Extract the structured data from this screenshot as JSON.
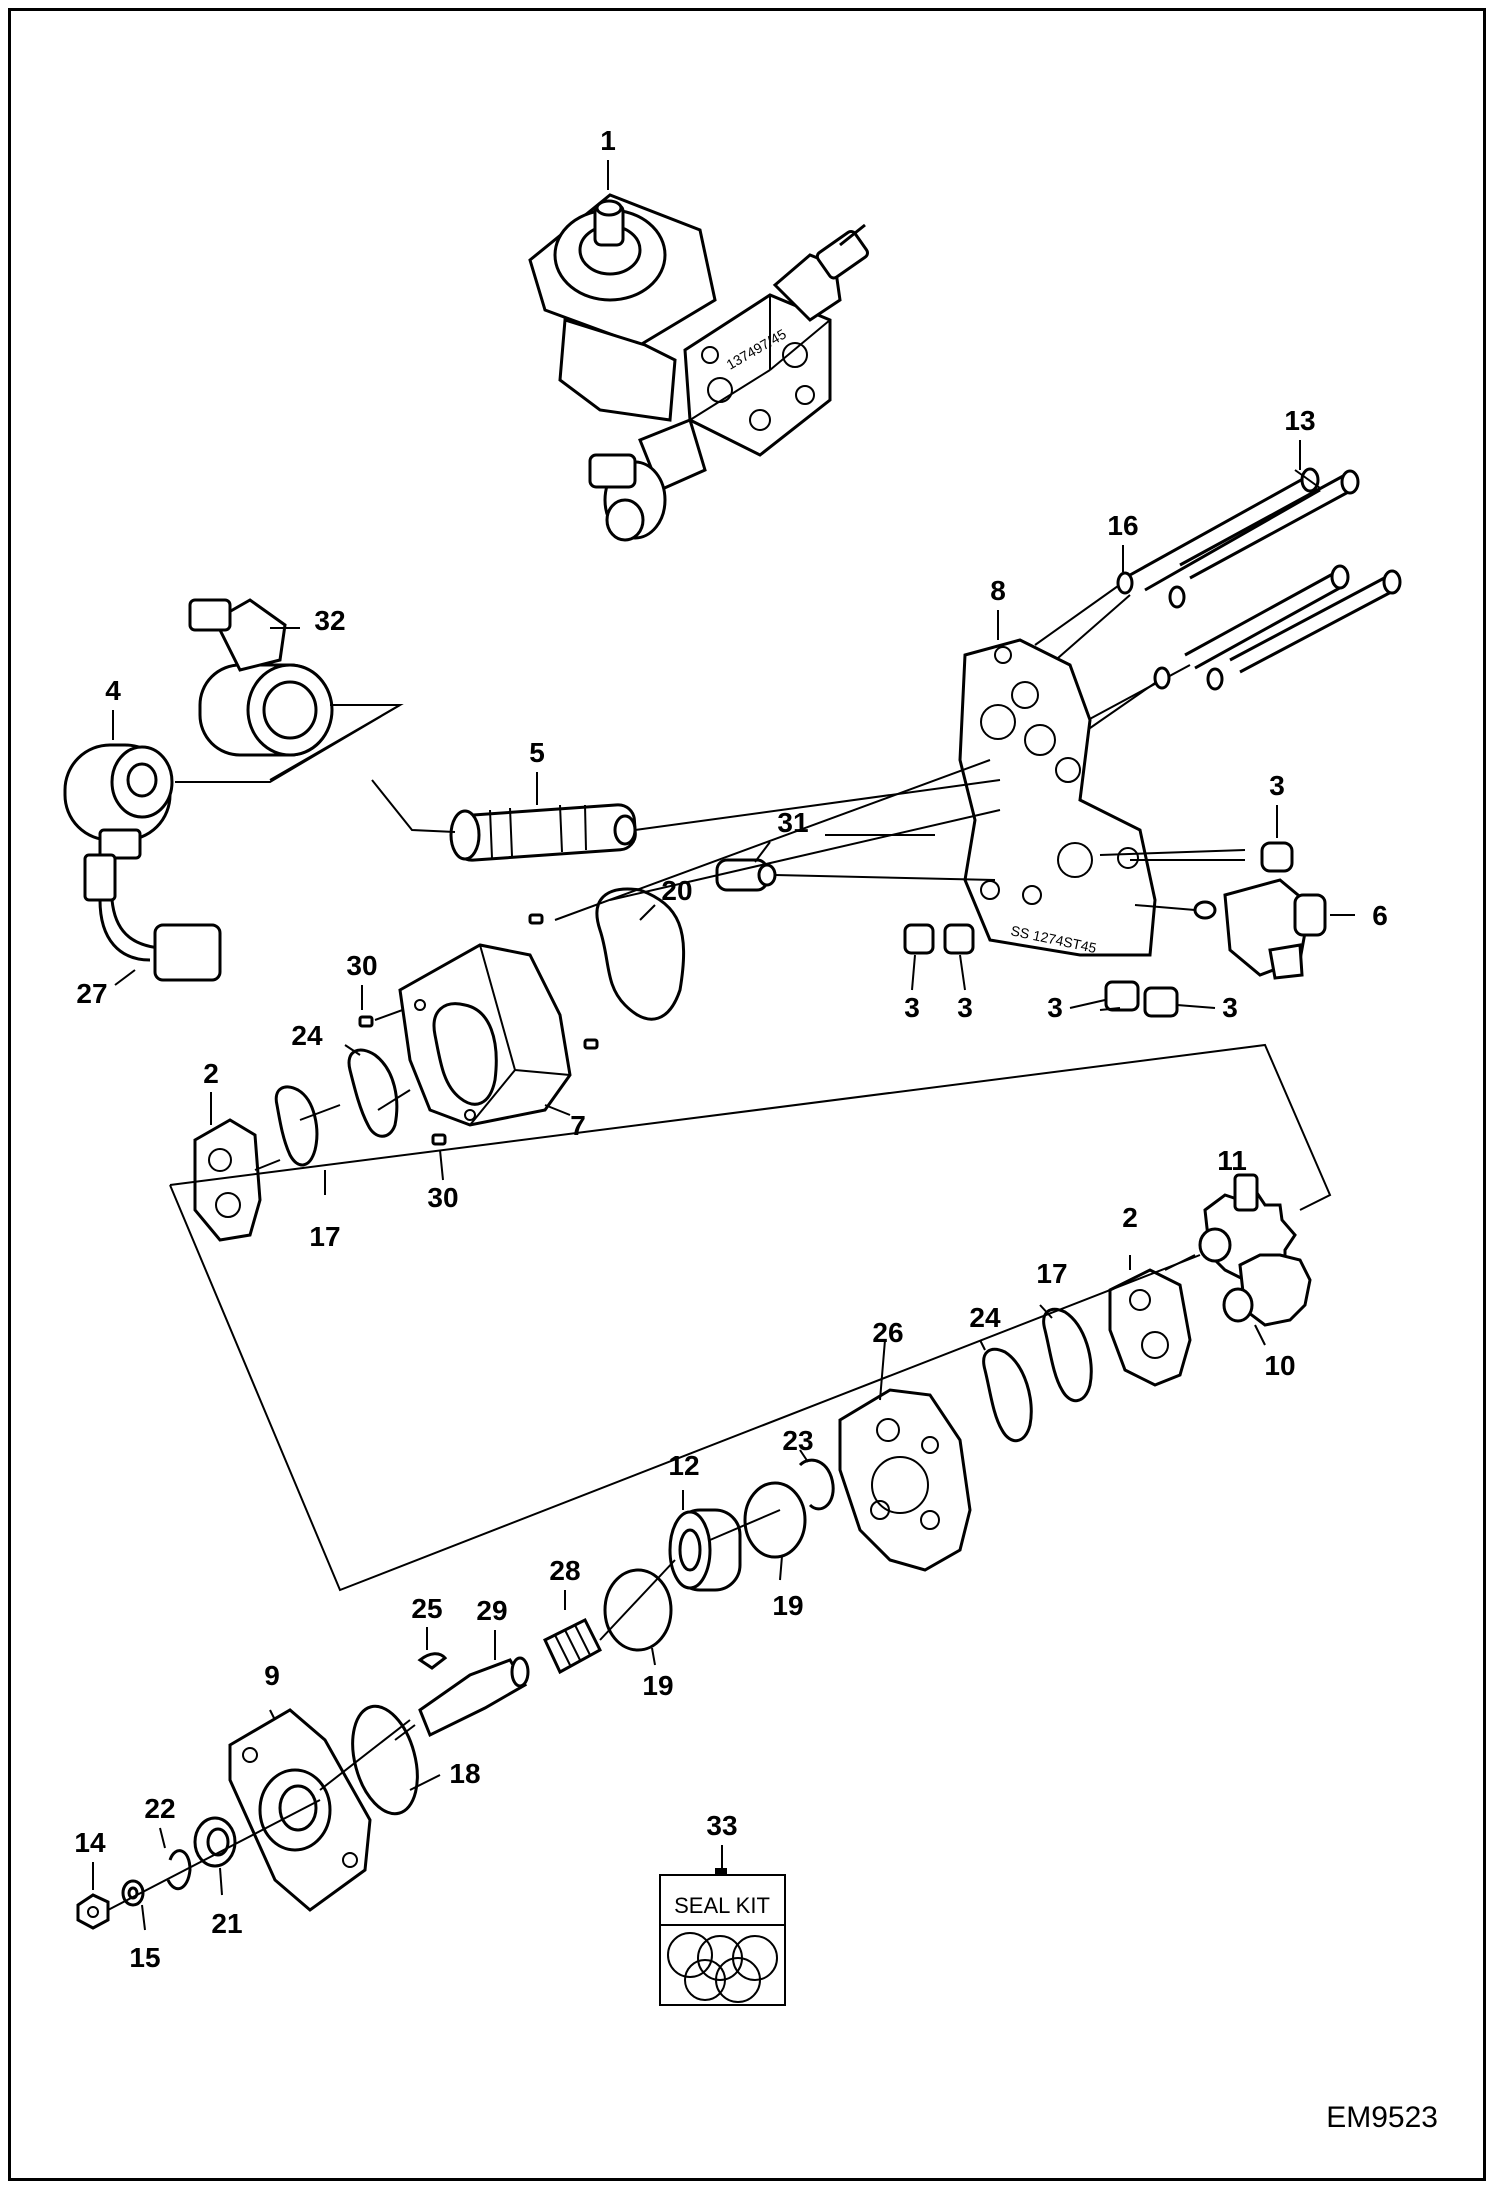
{
  "drawing_code": "EM9523",
  "seal_kit_label": "SEAL KIT",
  "labels": {
    "l1": "1",
    "l13": "13",
    "l16": "16",
    "l8": "8",
    "l32": "32",
    "l4": "4",
    "l5": "5",
    "l31": "31",
    "l3a": "3",
    "l6": "6",
    "l20": "20",
    "l30a": "30",
    "l27": "27",
    "l3b": "3",
    "l3c": "3",
    "l3d": "3",
    "l3e": "3",
    "l24a": "24",
    "l2a": "2",
    "l7": "7",
    "l17a": "17",
    "l30b": "30",
    "l11": "11",
    "l2b": "2",
    "l17b": "17",
    "l24b": "24",
    "l26": "26",
    "l10": "10",
    "l23": "23",
    "l12": "12",
    "l28": "28",
    "l19a": "19",
    "l19b": "19",
    "l25": "25",
    "l29": "29",
    "l9": "9",
    "l18": "18",
    "l33": "33",
    "l22": "22",
    "l14": "14",
    "l21": "21",
    "l15": "15"
  }
}
